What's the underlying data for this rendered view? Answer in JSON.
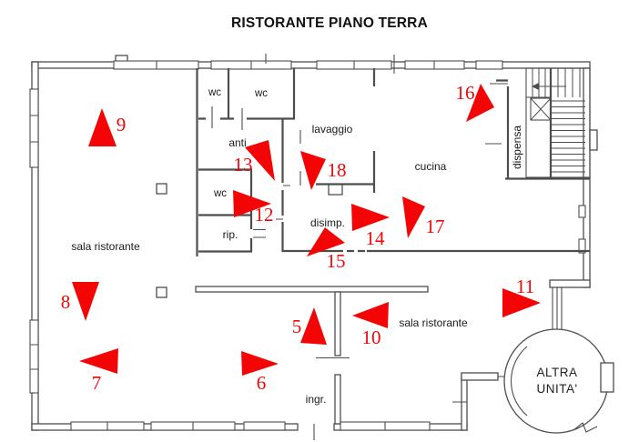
{
  "title": "RISTORANTE PIANO TERRA",
  "colors": {
    "accent_red": "#f40505",
    "wall_gray": "#4d4d4d",
    "text_dark": "#1a1a1a"
  },
  "rooms": {
    "wc1": "wc",
    "wc2": "wc",
    "anti": "anti",
    "lavaggio": "lavaggio",
    "cucina": "cucina",
    "dispensa": "dispensa",
    "wc3": "wc",
    "rip": "rip.",
    "disimp": "disimp.",
    "sala_left": "sala ristorante",
    "sala_right": "sala ristorante",
    "ingr": "ingr.",
    "altra_line1": "ALTRA",
    "altra_line2": "UNITA'"
  },
  "markers": [
    {
      "number": "5"
    },
    {
      "number": "6"
    },
    {
      "number": "7"
    },
    {
      "number": "8"
    },
    {
      "number": "9"
    },
    {
      "number": "10"
    },
    {
      "number": "11"
    },
    {
      "number": "12"
    },
    {
      "number": "13"
    },
    {
      "number": "14"
    },
    {
      "number": "15"
    },
    {
      "number": "16"
    },
    {
      "number": "17"
    },
    {
      "number": "18"
    }
  ]
}
